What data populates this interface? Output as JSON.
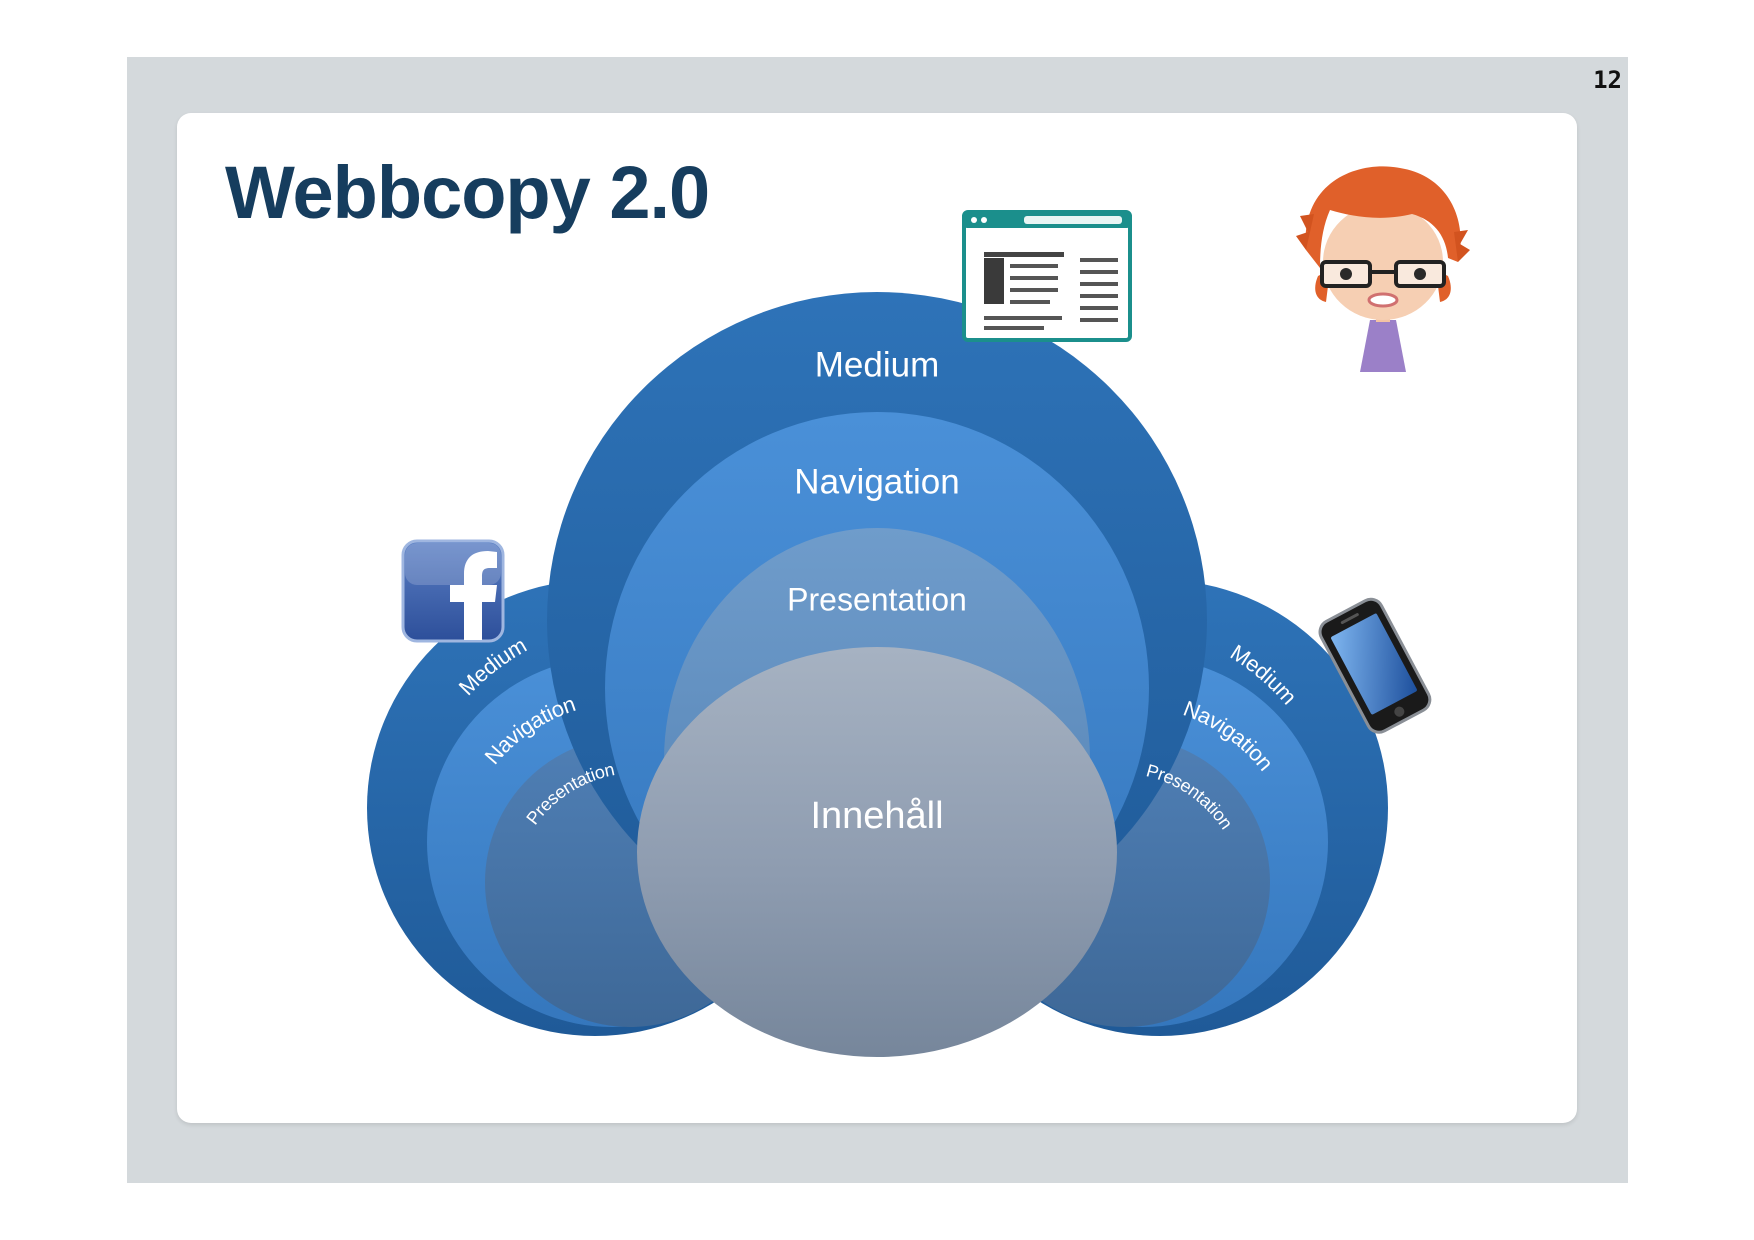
{
  "page": {
    "number": "12"
  },
  "slide": {
    "title": "Webbcopy 2.0"
  },
  "diagram": {
    "center": {
      "outer_label": "Medium",
      "middle_label": "Navigation",
      "inner_label": "Presentation",
      "core_label": "Innehåll"
    },
    "left": {
      "outer_label": "Medium",
      "middle_label": "Navigation",
      "inner_label": "Presentation"
    },
    "right": {
      "outer_label": "Medium",
      "middle_label": "Navigation",
      "inner_label": "Presentation"
    }
  },
  "icons": {
    "facebook": "facebook-icon",
    "browser": "browser-window-icon",
    "phone": "smartphone-icon",
    "avatar": "avatar-illustration"
  },
  "colors": {
    "frame": "#d4d9dc",
    "title": "#163d5e",
    "ring_outer": "#2869aa",
    "ring_middle": "#3f84cc",
    "ring_inner": "#5f90c2",
    "core": "#8c9db2"
  }
}
